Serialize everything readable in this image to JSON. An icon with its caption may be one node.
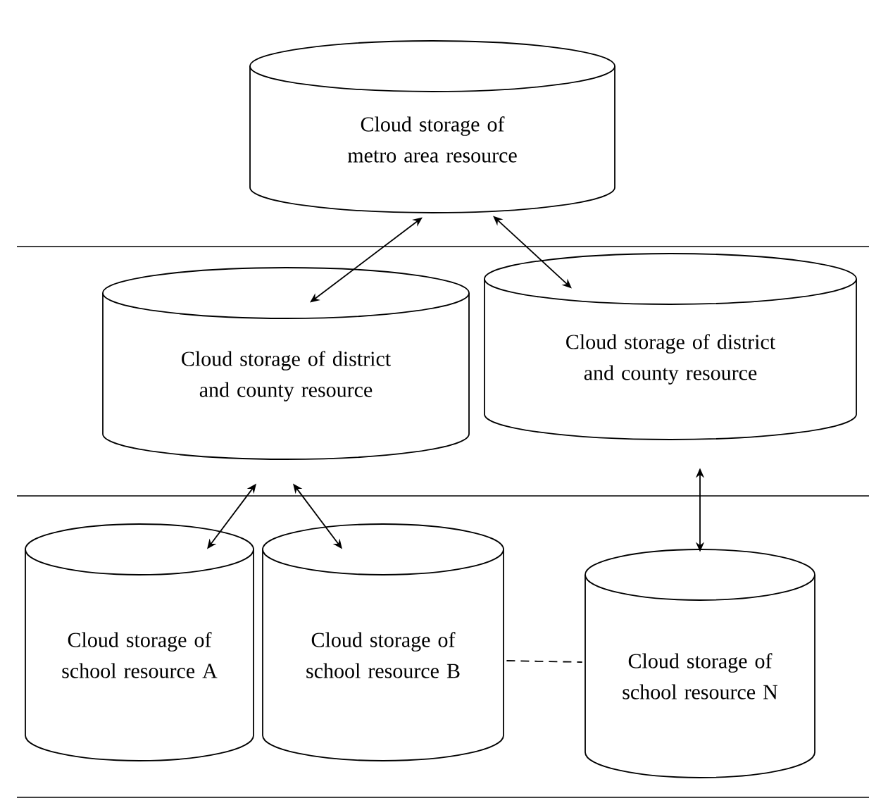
{
  "diagram": {
    "nodes": [
      {
        "text": [
          "Cloud storage of metro area resource"
        ]
      },
      {
        "text": [
          "Cloud storage of district and county resource"
        ]
      },
      {
        "text": [
          "Cloud storage of district and county resource"
        ]
      },
      {
        "text": [
          "Cloud storage of school resource A"
        ]
      },
      {
        "text": [
          "Cloud storage of school resource B"
        ]
      },
      {
        "text": [
          "Cloud storage of school resource N"
        ]
      }
    ],
    "edges": [
      {
        "from": 0,
        "to": 1,
        "arrow": "both"
      },
      {
        "from": 0,
        "to": 2,
        "arrow": "both"
      },
      {
        "from": 1,
        "to": 3,
        "arrow": "both"
      },
      {
        "from": 1,
        "to": 4,
        "arrow": "both"
      },
      {
        "from": 2,
        "to": 5,
        "arrow": "both"
      },
      {
        "from": 4,
        "to": 5,
        "arrow": "none",
        "style": "dashed"
      }
    ]
  }
}
